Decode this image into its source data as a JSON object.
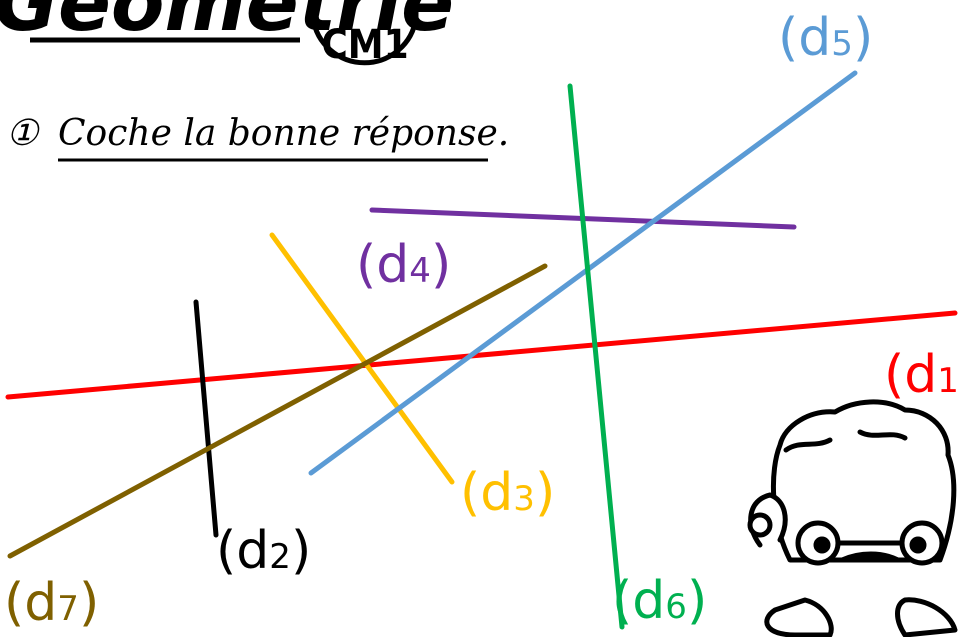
{
  "worksheet": {
    "heading": "Géométrie",
    "level_badge": "CM1",
    "instruction": {
      "number_symbol": "①",
      "text": "Coche la bonne réponse."
    }
  },
  "lines": [
    {
      "id": "d1",
      "prefix": "(d",
      "index": "1",
      "suffix": ")",
      "color": "#ff0000"
    },
    {
      "id": "d2",
      "prefix": "(d",
      "index": "2",
      "suffix": ")",
      "color": "#000000"
    },
    {
      "id": "d3",
      "prefix": "(d",
      "index": "3",
      "suffix": ")",
      "color": "#ffc000"
    },
    {
      "id": "d4",
      "prefix": "(d",
      "index": "4",
      "suffix": ")",
      "color": "#7030a0"
    },
    {
      "id": "d5",
      "prefix": "(d",
      "index": "5",
      "suffix": ")",
      "color": "#5b9bd5"
    },
    {
      "id": "d6",
      "prefix": "(d",
      "index": "6",
      "suffix": ")",
      "color": "#00b050"
    },
    {
      "id": "d7",
      "prefix": "(d",
      "index": "7",
      "suffix": ")",
      "color": "#7f6000"
    }
  ],
  "mascot_icon": "cartoon-thinking-character-icon"
}
